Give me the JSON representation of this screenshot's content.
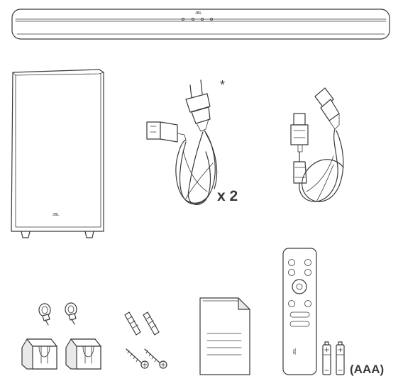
{
  "brand": "JBL",
  "items": {
    "soundbar": {
      "logo": "JBL"
    },
    "subwoofer": {
      "logo": "JBL"
    },
    "power_cord": {
      "quantity_label": "x 2",
      "footnote_mark": "*"
    },
    "hdmi_cable": {},
    "wall_mount_brackets": {},
    "screws_and_anchors": {},
    "documentation": {},
    "remote_control": {
      "logo": "JBL"
    },
    "batteries": {
      "type_label": "(AAA)"
    }
  },
  "colors": {
    "line": "#3a3a3a",
    "fill": "#ffffff",
    "shade": "#e9e9e9"
  }
}
